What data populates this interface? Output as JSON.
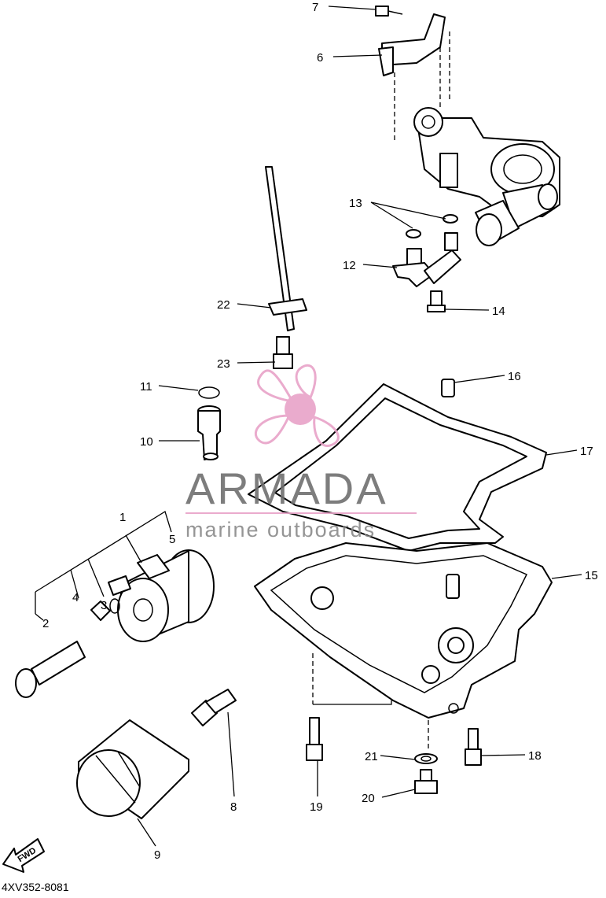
{
  "diagram": {
    "part_labels": [
      "1",
      "2",
      "3",
      "4",
      "5",
      "6",
      "7",
      "8",
      "9",
      "10",
      "11",
      "12",
      "13",
      "14",
      "15",
      "16",
      "17",
      "18",
      "19",
      "20",
      "21",
      "22",
      "23"
    ],
    "fwd_marker": "FWD",
    "footer_code": "4XV352-8081"
  },
  "watermark": {
    "brand": "ARMADA",
    "tagline": "marine outboards",
    "accent_color": "#e8a3c8",
    "logo_icon": "propeller-icon"
  }
}
